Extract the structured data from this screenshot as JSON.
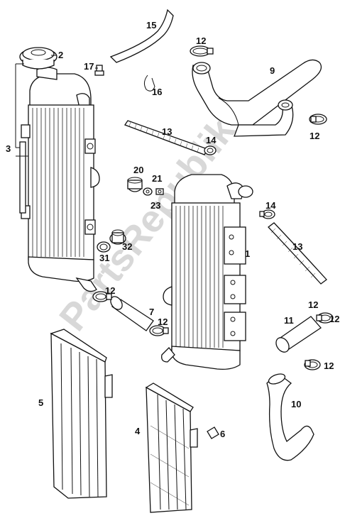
{
  "watermark": "PartsRepublik",
  "callouts": [
    {
      "id": "c1",
      "text": "1"
    },
    {
      "id": "c2",
      "text": "2"
    },
    {
      "id": "c3",
      "text": "3"
    },
    {
      "id": "c4",
      "text": "4"
    },
    {
      "id": "c5",
      "text": "5"
    },
    {
      "id": "c6",
      "text": "6"
    },
    {
      "id": "c7",
      "text": "7"
    },
    {
      "id": "c9",
      "text": "9"
    },
    {
      "id": "c10",
      "text": "10"
    },
    {
      "id": "c11",
      "text": "11"
    },
    {
      "id": "c12a",
      "text": "12"
    },
    {
      "id": "c12b",
      "text": "12"
    },
    {
      "id": "c12c",
      "text": "12"
    },
    {
      "id": "c12d",
      "text": "12"
    },
    {
      "id": "c12e",
      "text": "12"
    },
    {
      "id": "c12f",
      "text": "12"
    },
    {
      "id": "c12g",
      "text": "12"
    },
    {
      "id": "c13a",
      "text": "13"
    },
    {
      "id": "c13b",
      "text": "13"
    },
    {
      "id": "c14a",
      "text": "14"
    },
    {
      "id": "c14b",
      "text": "14"
    },
    {
      "id": "c15",
      "text": "15"
    },
    {
      "id": "c16",
      "text": "16"
    },
    {
      "id": "c17",
      "text": "17"
    },
    {
      "id": "c20",
      "text": "20"
    },
    {
      "id": "c21",
      "text": "21"
    },
    {
      "id": "c23",
      "text": "23"
    },
    {
      "id": "c31",
      "text": "31"
    },
    {
      "id": "c32",
      "text": "32"
    }
  ]
}
